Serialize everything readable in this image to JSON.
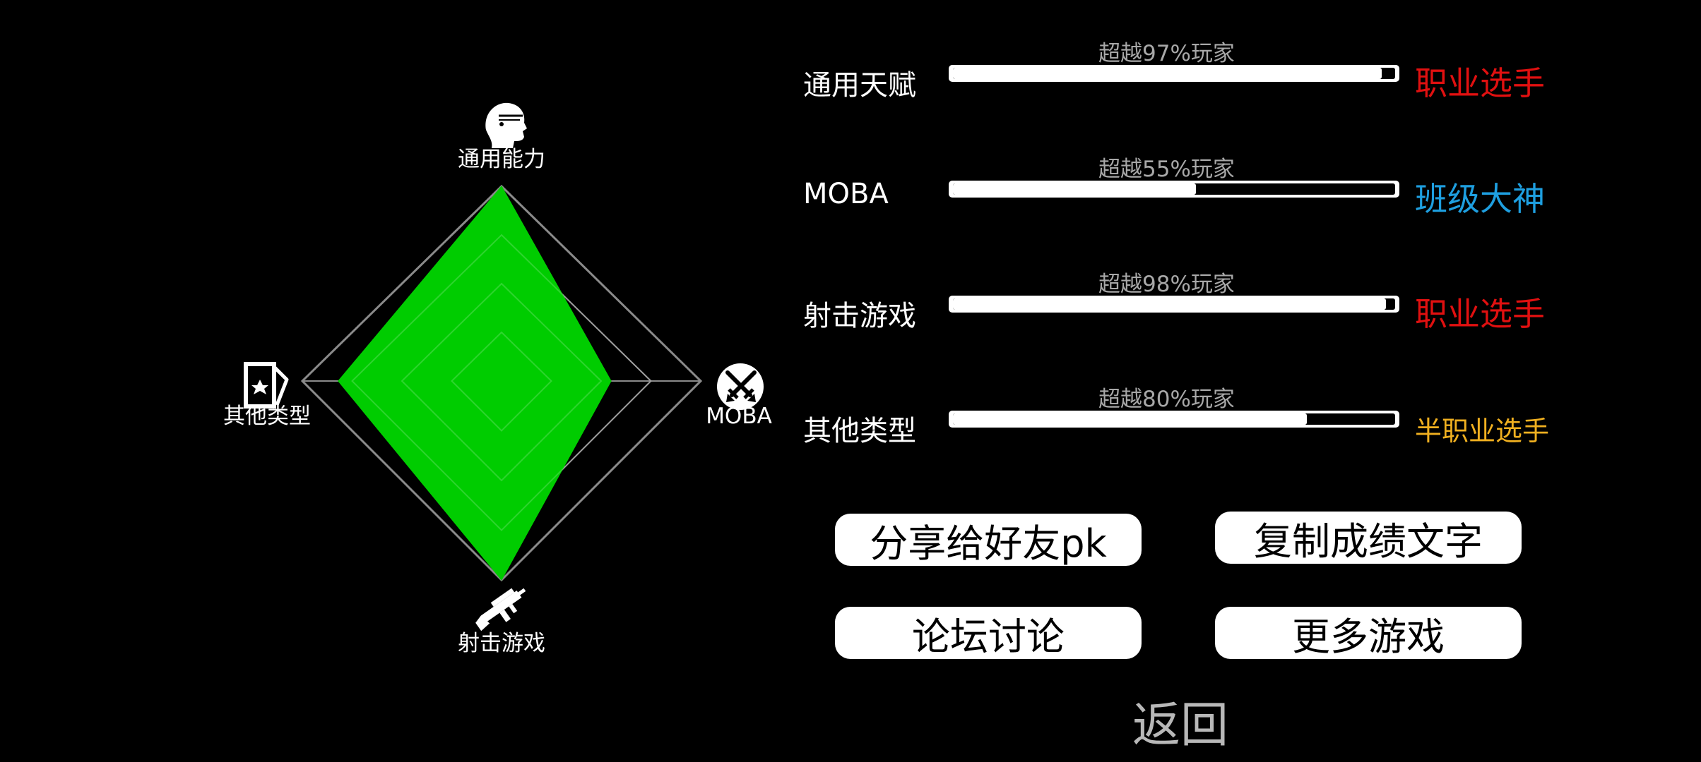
{
  "radar": {
    "axes": [
      {
        "label": "通用能力",
        "value": 1.0,
        "icon": "head-profile-icon"
      },
      {
        "label": "MOBA",
        "value": 0.55,
        "icon": "crossed-swords-icon"
      },
      {
        "label": "射击游戏",
        "value": 1.0,
        "icon": "rifle-icon"
      },
      {
        "label": "其他类型",
        "value": 0.82,
        "icon": "playing-card-icon"
      }
    ],
    "levels": 4,
    "fill_color": "#00cc00",
    "grid_color": "#8a8a8a"
  },
  "stats": [
    {
      "name": "通用天赋",
      "percentile_text": "超越97%玩家",
      "fill": 0.97,
      "rank": "职业选手",
      "rank_color": "#e01010"
    },
    {
      "name": "MOBA",
      "percentile_text": "超越55%玩家",
      "fill": 0.55,
      "rank": "班级大神",
      "rank_color": "#1e9fe0"
    },
    {
      "name": "射击游戏",
      "percentile_text": "超越98%玩家",
      "fill": 0.98,
      "rank": "职业选手",
      "rank_color": "#e01010"
    },
    {
      "name": "其他类型",
      "percentile_text": "超越80%玩家",
      "fill": 0.8,
      "rank": "半职业选手",
      "rank_color": "#f0b020"
    }
  ],
  "buttons": {
    "share": "分享给好友pk",
    "copy": "复制成绩文字",
    "forum": "论坛讨论",
    "more": "更多游戏"
  },
  "back": "返回"
}
